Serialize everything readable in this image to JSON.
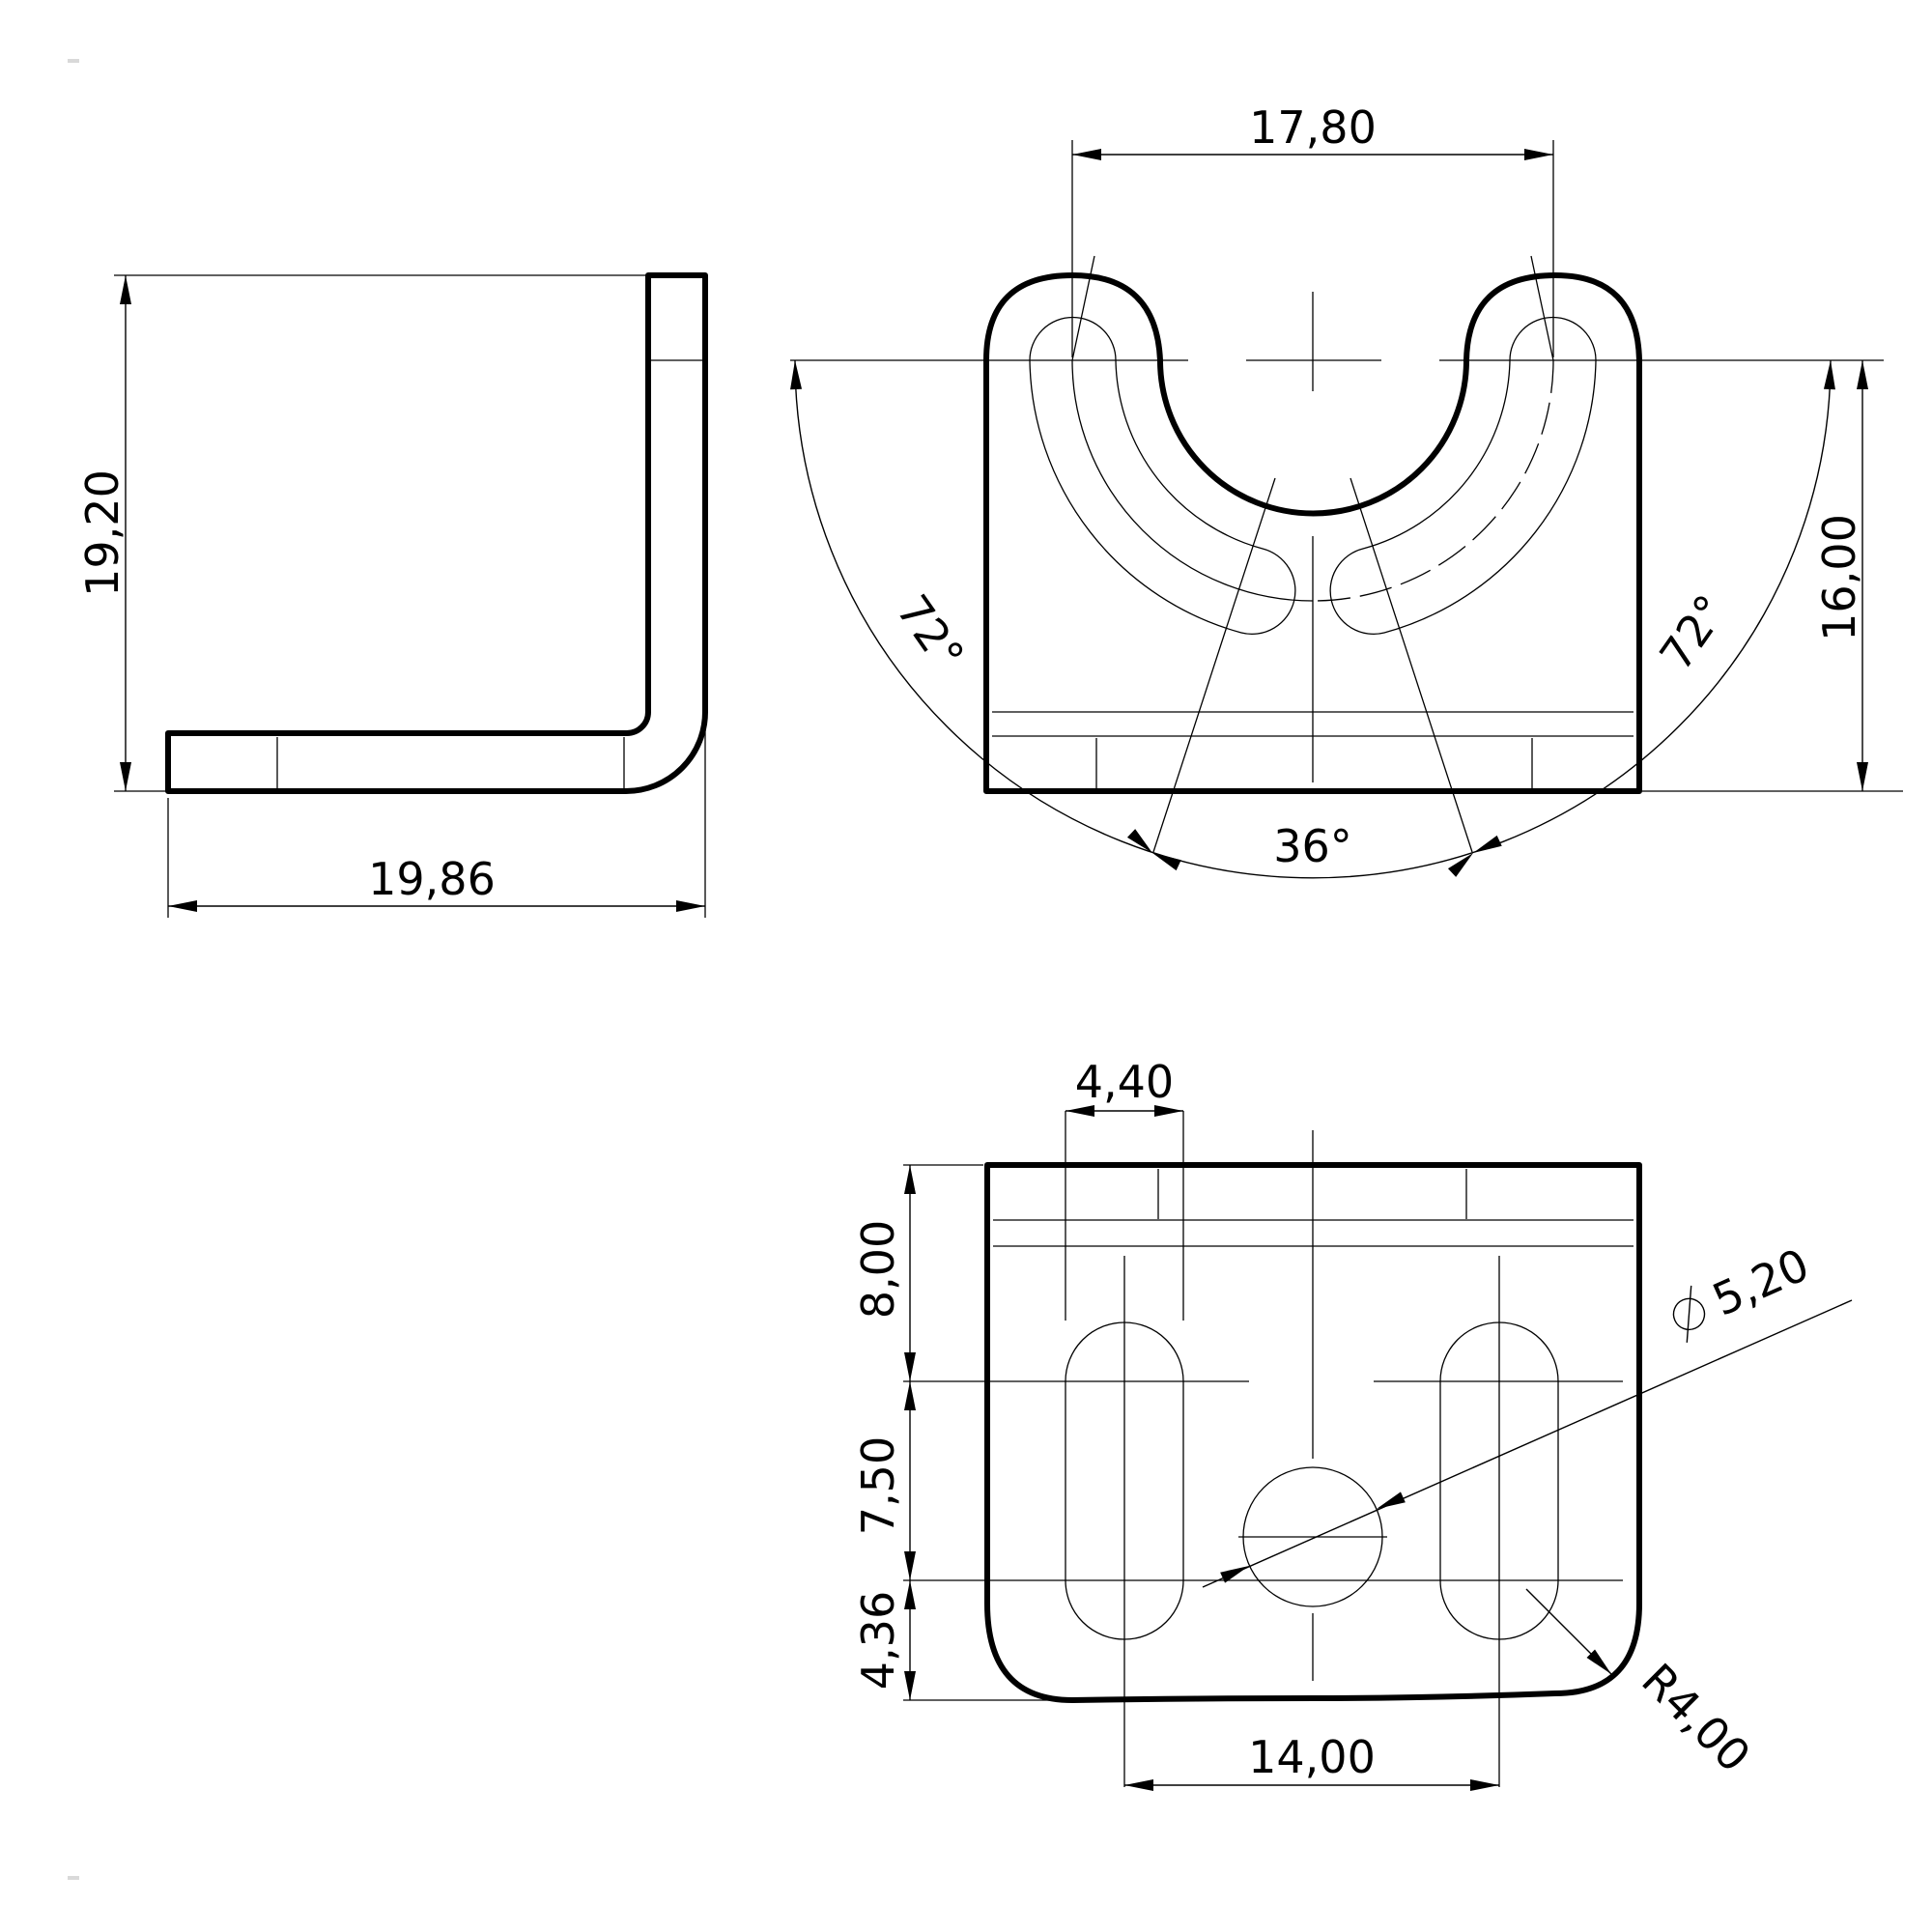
{
  "views": {
    "side": {
      "height_label": "19,20",
      "width_label": "19,86"
    },
    "front": {
      "top_width_label": "17,80",
      "height_label": "16,00",
      "left_angle_label": "72°",
      "right_angle_label": "72°",
      "center_angle_label": "36°"
    },
    "bottom": {
      "slot_width_label": "4,40",
      "top_offset_label": "8,00",
      "slot_length_label": "7,50",
      "bottom_offset_label": "4,36",
      "hole_diameter_label": "5,20",
      "corner_radius_label": "R4,00",
      "slot_spacing_label": "14,00"
    }
  }
}
